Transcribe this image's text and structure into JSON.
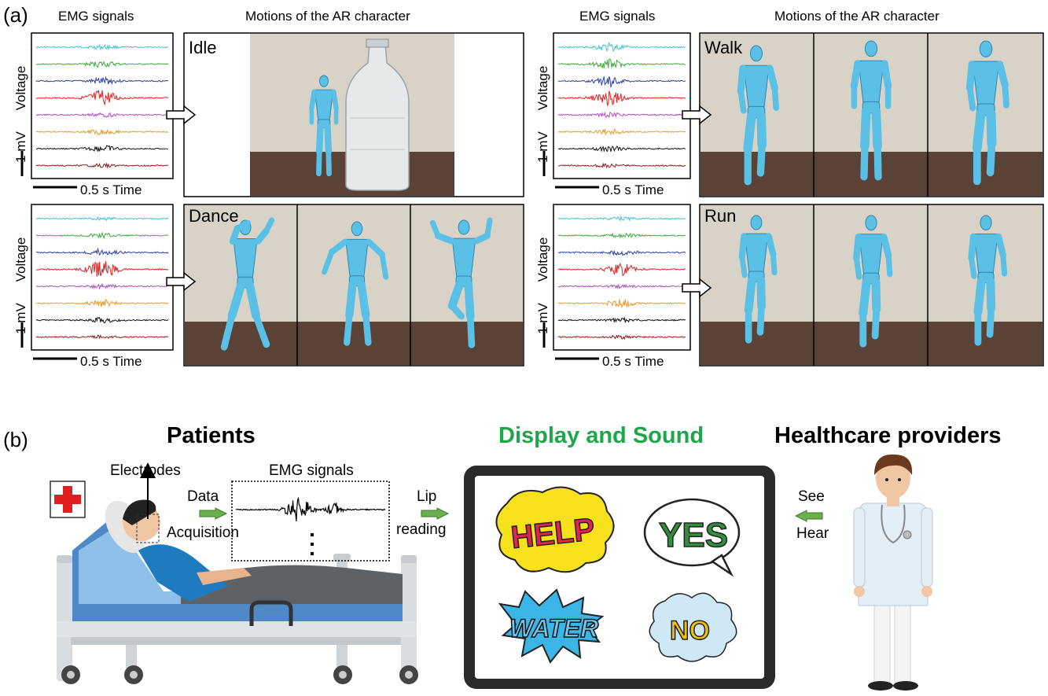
{
  "panel_a": {
    "label": "(a)",
    "headers": {
      "emg_left": "EMG signals",
      "motions_left": "Motions of the AR character",
      "emg_right": "EMG signals",
      "motions_right": "Motions of the AR character"
    },
    "axis": {
      "voltage": "Voltage",
      "scale_mv": "1 mV",
      "scale_s": "0.5 s",
      "time": "Time"
    },
    "motions": {
      "idle": "Idle",
      "walk": "Walk",
      "dance": "Dance",
      "run": "Run"
    },
    "channel_colors": [
      "#3fc6d4",
      "#3faa3f",
      "#2b3f9f",
      "#e02020",
      "#b04fc0",
      "#e89a2a",
      "#111111",
      "#8a1f1f"
    ],
    "character_color": "#5bc0e6"
  },
  "panel_b": {
    "label": "(b)",
    "patients_title": "Patients",
    "display_title": "Display and Sound",
    "display_title_color": "#1fa64a",
    "providers_title": "Healthcare providers",
    "electrodes": "Electrodes",
    "emg_signals": "EMG signals",
    "data": "Data",
    "acquisition": "Acquisition",
    "lip": "Lip",
    "reading": "reading",
    "see": "See",
    "hear": "Hear",
    "words": {
      "help": "HELP",
      "yes": "YES",
      "water": "WATER",
      "no": "NO"
    },
    "arrow_color": "#6ab04c"
  }
}
